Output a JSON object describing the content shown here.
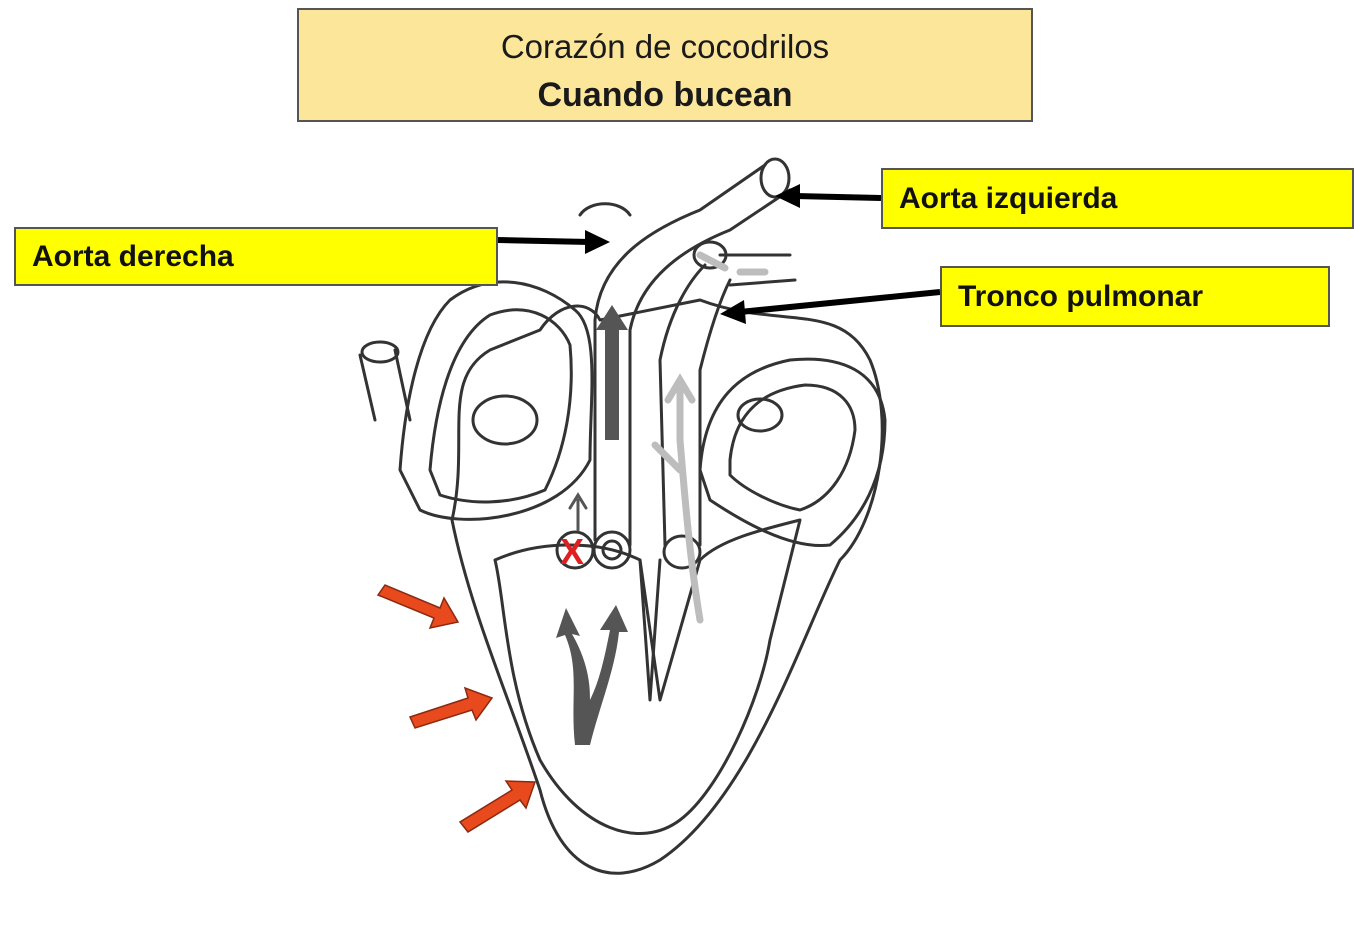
{
  "title": {
    "line1": "Corazón de cocodrilos",
    "line2": "Cuando bucean"
  },
  "labels": {
    "aorta_derecha": "Aorta derecha",
    "aorta_izquierda": "Aorta izquierda",
    "tronco_pulmonar": "Tronco pulmonar"
  },
  "blocked_marker": "X",
  "colors": {
    "title_bg": "#fbe69a",
    "label_bg": "#ffff00",
    "pressure_arrow": "#e8491d",
    "blood_flow_dark": "#555555",
    "blood_flow_light": "#bdbdbd",
    "blocked_marker": "#e02020"
  }
}
